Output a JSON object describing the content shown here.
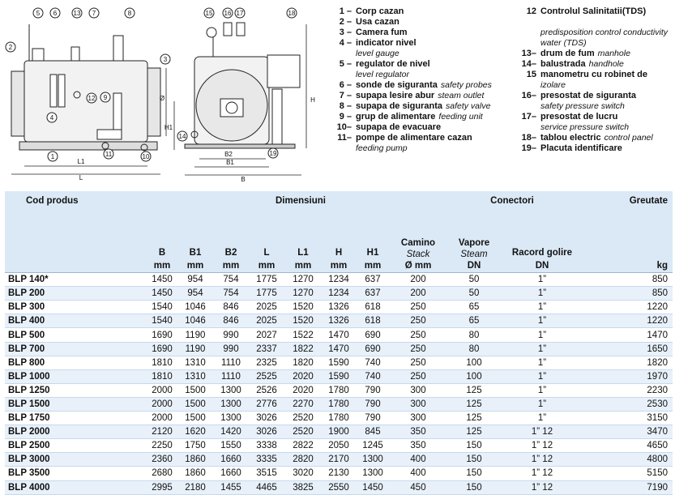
{
  "diagram": {
    "front_labels": [
      "5",
      "6",
      "13",
      "7",
      "8",
      "2",
      "3",
      "12",
      "9",
      "4",
      "1",
      "10",
      "11"
    ],
    "dimension_labels": {
      "L1": "L1",
      "L": "L",
      "H1": "H1",
      "O": "Ø",
      "B2": "B2",
      "B1": "B1",
      "B": "B",
      "H": "H"
    },
    "back_labels": [
      "15",
      "16",
      "17",
      "18",
      "14",
      "19"
    ]
  },
  "legend_left": [
    {
      "num": "1 –",
      "ro": "Corp cazan",
      "en": ""
    },
    {
      "num": "2 –",
      "ro": "Usa cazan",
      "en": ""
    },
    {
      "num": "3 –",
      "ro": "Camera fum",
      "en": ""
    },
    {
      "num": "4 –",
      "ro": "indicator nivel",
      "en": "",
      "cont": "level gauge"
    },
    {
      "num": "5 –",
      "ro": "regulator de nivel",
      "en": "",
      "cont": "level regulator"
    },
    {
      "num": "6 –",
      "ro": "sonde de siguranta",
      "en": "safety probes"
    },
    {
      "num": "7 –",
      "ro": "supapa lesire abur",
      "en": "steam outlet"
    },
    {
      "num": "8 –",
      "ro": "supapa de siguranta",
      "en": "safety valve"
    },
    {
      "num": "9 –",
      "ro": "grup de alimentare",
      "en": "feeding unit"
    },
    {
      "num": "10–",
      "ro": "supapa de evacuare",
      "en": ""
    },
    {
      "num": "11–",
      "ro": "pompe de alimentare cazan",
      "en": "",
      "cont": "feeding pump"
    }
  ],
  "legend_right": [
    {
      "num": "12",
      "ro": "Controlul Salinitatii(TDS)",
      "en": ""
    },
    {
      "num": "",
      "ro": "",
      "en": "",
      "cont": ""
    },
    {
      "num": "",
      "ro": "",
      "en": "",
      "cont": "predisposition control conductivity"
    },
    {
      "num": "",
      "ro": "",
      "en": "",
      "cont": "water (TDS)"
    },
    {
      "num": "13–",
      "ro": "drum de fum",
      "en": "manhole"
    },
    {
      "num": "14–",
      "ro": "balustrada",
      "en": "handhole"
    },
    {
      "num": "15",
      "ro": "manometru cu robinet de",
      "en": "",
      "cont": "izolare"
    },
    {
      "num": "16–",
      "ro": "presostat de siguranta",
      "en": "",
      "cont": "safety pressure switch"
    },
    {
      "num": "17–",
      "ro": "presostat de lucru",
      "en": "",
      "cont": "service pressure switch"
    },
    {
      "num": "18–",
      "ro": "tablou electric",
      "en": "control panel"
    },
    {
      "num": "19–",
      "ro": "Placuta identificare",
      "en": ""
    }
  ],
  "table": {
    "group_headers": {
      "model": "Cod produs",
      "dims": "Dimensiuni",
      "conn": "Conectori",
      "weight": "Greutate"
    },
    "columns": [
      {
        "ro": "B",
        "en": "",
        "unit": "mm"
      },
      {
        "ro": "B1",
        "en": "",
        "unit": "mm"
      },
      {
        "ro": "B2",
        "en": "",
        "unit": "mm"
      },
      {
        "ro": "L",
        "en": "",
        "unit": "mm"
      },
      {
        "ro": "L1",
        "en": "",
        "unit": "mm"
      },
      {
        "ro": "H",
        "en": "",
        "unit": "mm"
      },
      {
        "ro": "H1",
        "en": "",
        "unit": "mm"
      },
      {
        "ro": "Camino",
        "en": "Stack",
        "unit": "Ø mm"
      },
      {
        "ro": "Vapore",
        "en": "Steam",
        "unit": "DN"
      },
      {
        "ro": "Racord golire",
        "en": "",
        "unit": "DN"
      },
      {
        "ro": "",
        "en": "",
        "unit": "kg"
      }
    ],
    "rows": [
      [
        "BLP 140*",
        "1450",
        "954",
        "754",
        "1775",
        "1270",
        "1234",
        "637",
        "200",
        "50",
        "1”",
        "850"
      ],
      [
        "BLP 200",
        "1450",
        "954",
        "754",
        "1775",
        "1270",
        "1234",
        "637",
        "200",
        "50",
        "1”",
        "850"
      ],
      [
        "BLP 300",
        "1540",
        "1046",
        "846",
        "2025",
        "1520",
        "1326",
        "618",
        "250",
        "65",
        "1”",
        "1220"
      ],
      [
        "BLP 400",
        "1540",
        "1046",
        "846",
        "2025",
        "1520",
        "1326",
        "618",
        "250",
        "65",
        "1”",
        "1220"
      ],
      [
        "BLP 500",
        "1690",
        "1190",
        "990",
        "2027",
        "1522",
        "1470",
        "690",
        "250",
        "80",
        "1”",
        "1470"
      ],
      [
        "BLP 700",
        "1690",
        "1190",
        "990",
        "2337",
        "1822",
        "1470",
        "690",
        "250",
        "80",
        "1”",
        "1650"
      ],
      [
        "BLP 800",
        "1810",
        "1310",
        "1110",
        "2325",
        "1820",
        "1590",
        "740",
        "250",
        "100",
        "1”",
        "1820"
      ],
      [
        "BLP 1000",
        "1810",
        "1310",
        "1110",
        "2525",
        "2020",
        "1590",
        "740",
        "250",
        "100",
        "1”",
        "1970"
      ],
      [
        "BLP 1250",
        "2000",
        "1500",
        "1300",
        "2526",
        "2020",
        "1780",
        "790",
        "300",
        "125",
        "1”",
        "2230"
      ],
      [
        "BLP 1500",
        "2000",
        "1500",
        "1300",
        "2776",
        "2270",
        "1780",
        "790",
        "300",
        "125",
        "1”",
        "2530"
      ],
      [
        "BLP 1750",
        "2000",
        "1500",
        "1300",
        "3026",
        "2520",
        "1780",
        "790",
        "300",
        "125",
        "1”",
        "3150"
      ],
      [
        "BLP 2000",
        "2120",
        "1620",
        "1420",
        "3026",
        "2520",
        "1900",
        "845",
        "350",
        "125",
        "1” 12",
        "3470"
      ],
      [
        "BLP 2500",
        "2250",
        "1750",
        "1550",
        "3338",
        "2822",
        "2050",
        "1245",
        "350",
        "150",
        "1” 12",
        "4650"
      ],
      [
        "BLP 3000",
        "2360",
        "1860",
        "1660",
        "3335",
        "2820",
        "2170",
        "1300",
        "400",
        "150",
        "1” 12",
        "4800"
      ],
      [
        "BLP 3500",
        "2680",
        "1860",
        "1660",
        "3515",
        "3020",
        "2130",
        "1300",
        "400",
        "150",
        "1” 12",
        "5150"
      ],
      [
        "BLP 4000",
        "2995",
        "2180",
        "1455",
        "4465",
        "3825",
        "2550",
        "1450",
        "450",
        "150",
        "1” 12",
        "7190"
      ]
    ]
  }
}
